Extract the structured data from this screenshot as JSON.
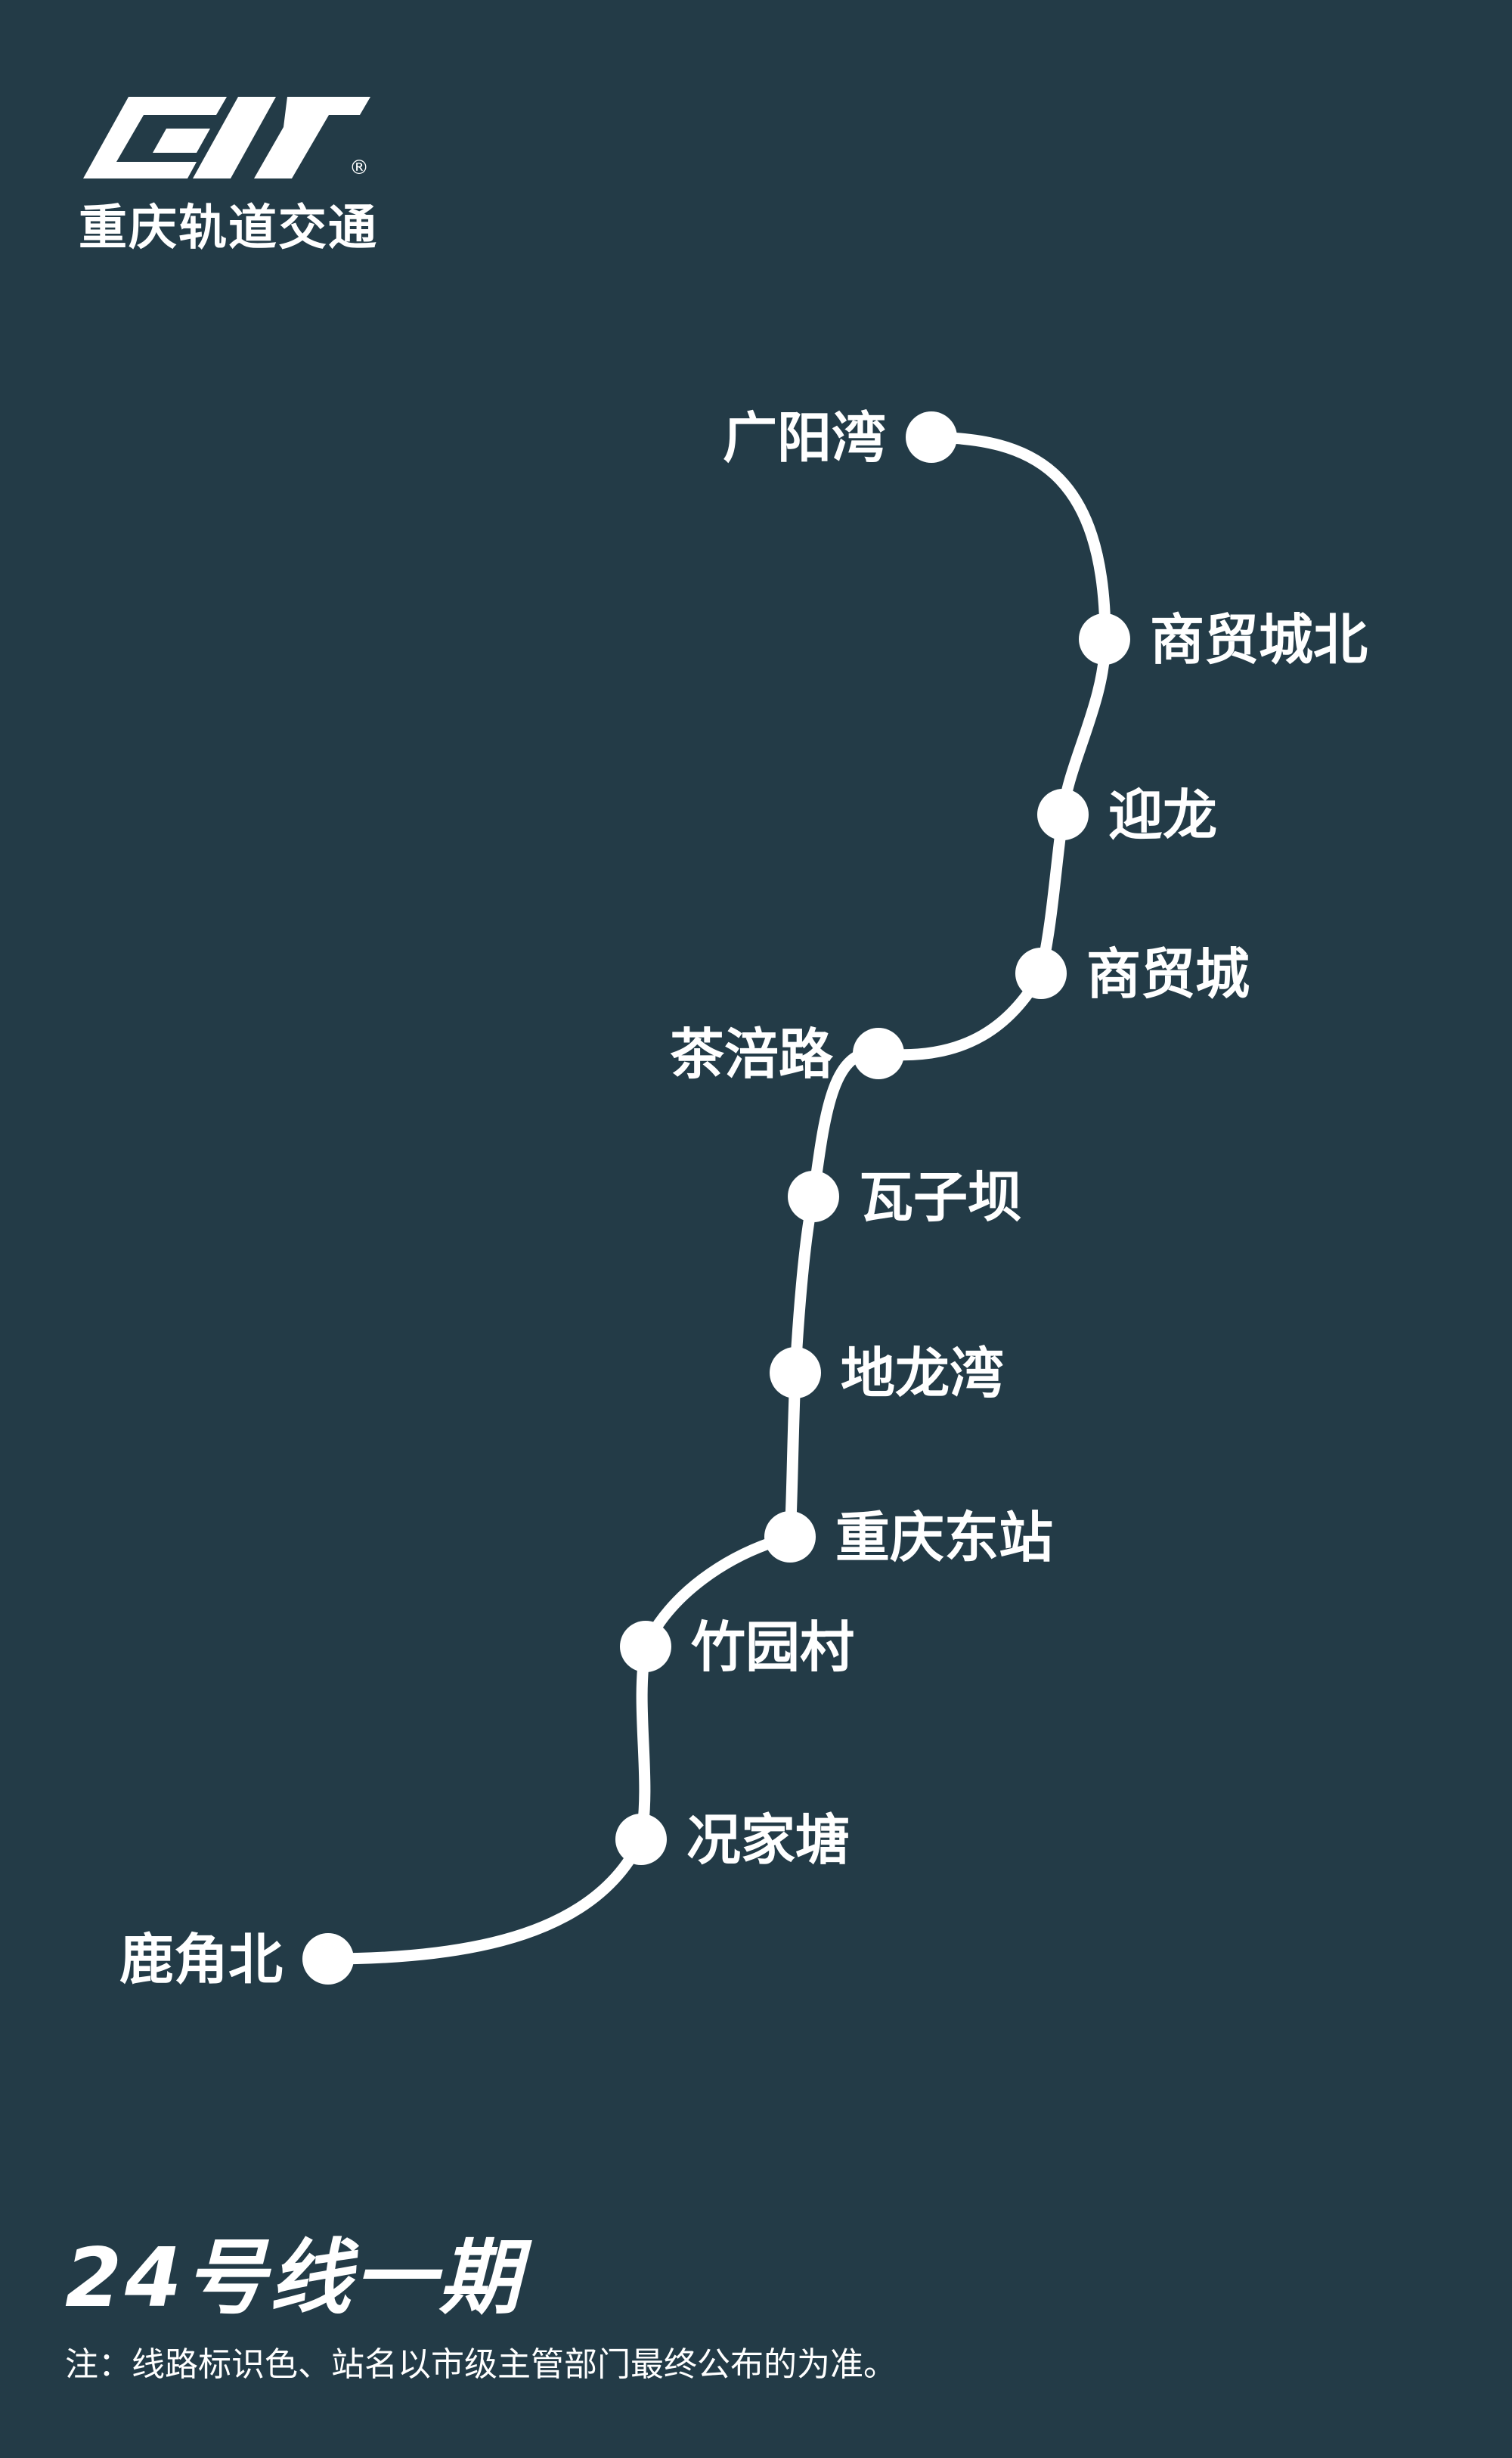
{
  "brand": {
    "name": "重庆轨道交通",
    "logo_icon": "cqrt-logo-icon",
    "registered_mark": "®"
  },
  "colors": {
    "background": "#233b47",
    "line": "#ffffff",
    "text": "#ffffff"
  },
  "line": {
    "title": "24号线一期",
    "stations": [
      {
        "name": "广阳湾"
      },
      {
        "name": "商贸城北"
      },
      {
        "name": "迎龙"
      },
      {
        "name": "商贸城"
      },
      {
        "name": "茶涪路"
      },
      {
        "name": "瓦子坝"
      },
      {
        "name": "地龙湾"
      },
      {
        "name": "重庆东站"
      },
      {
        "name": "竹园村"
      },
      {
        "name": "况家塘"
      },
      {
        "name": "鹿角北"
      }
    ]
  },
  "note": "注：线路标识色、站名以市级主管部门最终公布的为准。"
}
